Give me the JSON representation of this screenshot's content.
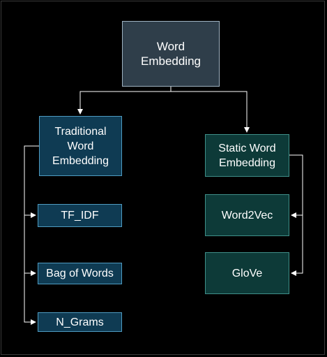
{
  "diagram": {
    "root": {
      "label": "Word\nEmbedding"
    },
    "traditional": {
      "label": "Traditional\nWord\nEmbedding",
      "children": [
        "TF_IDF",
        "Bag of Words",
        "N_Grams"
      ]
    },
    "static": {
      "label": "Static Word\nEmbedding",
      "children": [
        "Word2Vec",
        "GloVe"
      ]
    }
  },
  "colors": {
    "background": "#000000",
    "root_fill": "#2f3e4a",
    "traditional_fill": "#0f3b53",
    "static_fill": "#0d3a38",
    "connector": "#ffffff"
  }
}
